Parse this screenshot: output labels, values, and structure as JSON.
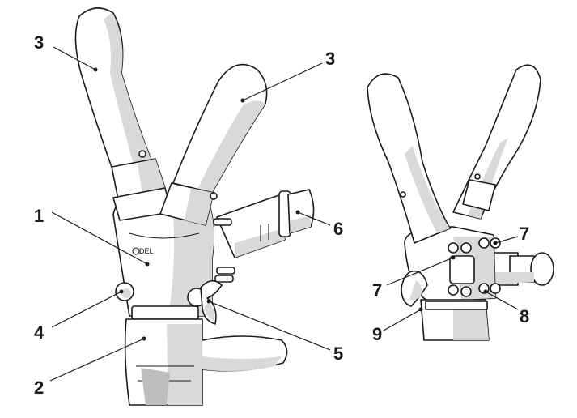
{
  "callouts_left": [
    "1",
    "2",
    "3",
    "3",
    "4",
    "5",
    "6"
  ],
  "callouts_right": [
    "7",
    "7",
    "8",
    "9"
  ],
  "brand_mark": "DEL"
}
